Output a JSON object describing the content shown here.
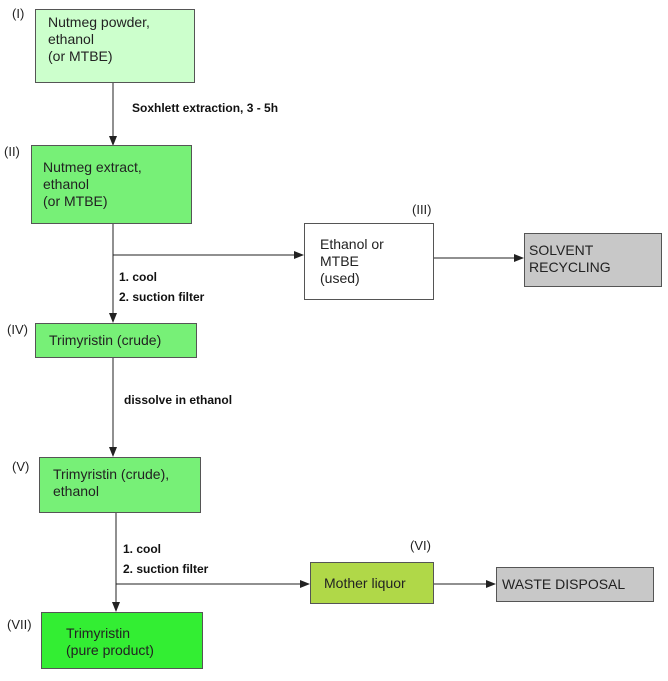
{
  "nodes": {
    "n1": {
      "num": "(I)",
      "text": "Nutmeg powder,\nethanol\n(or MTBE)",
      "color": "#ccffcc"
    },
    "n2": {
      "num": "(II)",
      "text": "Nutmeg extract,\nethanol\n(or MTBE)",
      "color": "#77f077"
    },
    "n3": {
      "num": "(III)",
      "text": "Ethanol or\nMTBE\n(used)",
      "color": "#ffffff"
    },
    "n4": {
      "num": "(IV)",
      "text": "Trimyristin (crude)",
      "color": "#77f077"
    },
    "n5": {
      "num": "(V)",
      "text": "Trimyristin (crude),\nethanol",
      "color": "#77f077"
    },
    "n6": {
      "num": "(VI)",
      "text": "Mother liquor",
      "color": "#b0d848"
    },
    "n7": {
      "num": "(VII)",
      "text": "Trimyristin\n(pure product)",
      "color": "#33ee33"
    },
    "solvent": {
      "text": "SOLVENT\nRECYCLING",
      "color": "#c8c8c8"
    },
    "waste": {
      "text": "WASTE DISPOSAL",
      "color": "#c8c8c8"
    }
  },
  "labels": {
    "soxhlet": "Soxhlett extraction, 3 - 5h",
    "cool1": "1. cool\n2. suction filter",
    "dissolve": "dissolve in ethanol",
    "cool2": "1. cool\n2. suction filter"
  }
}
